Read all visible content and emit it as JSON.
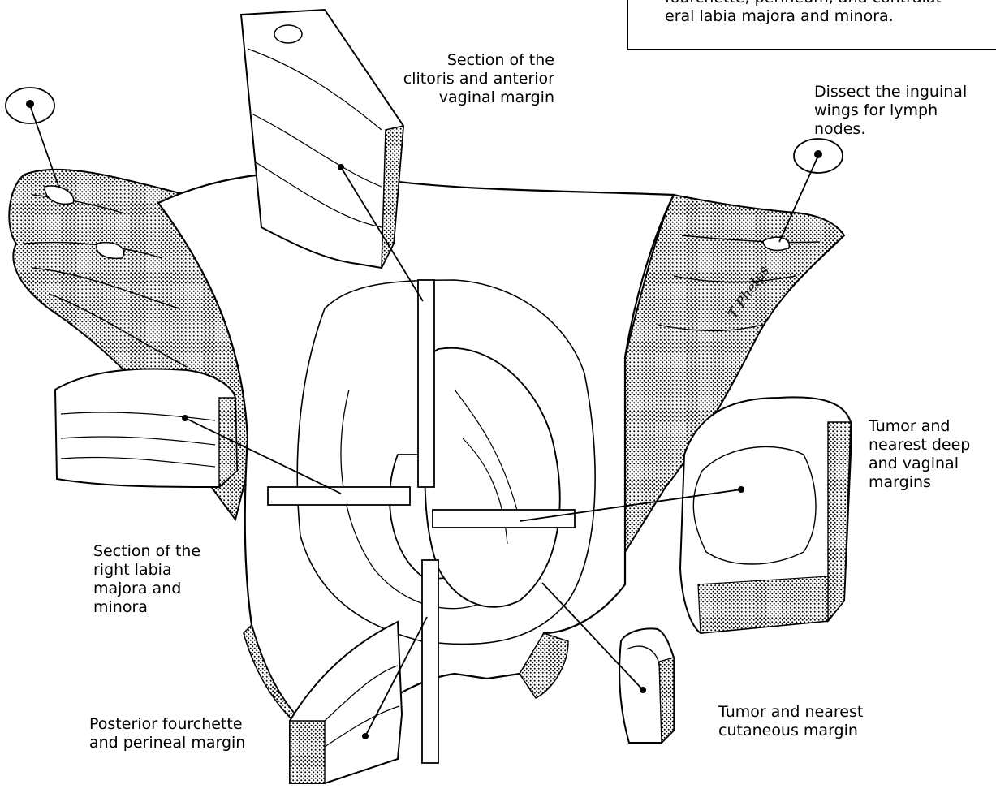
{
  "callout": {
    "text": "fourchette, perineum, and contralat-\neral labia majora and minora."
  },
  "labels": {
    "clitoris": "Section of the\nclitoris and anterior\nvaginal margin",
    "inguinal": "Dissect the inguinal\nwings for lymph nodes.",
    "tumor_deep": "Tumor and\nnearest deep\nand vaginal\nmargins",
    "right_labia": "Section of the\nright labia\nmajora and\nminora",
    "posterior": "Posterior fourchette\nand perineal margin",
    "tumor_cutaneous": "Tumor and nearest\ncutaneous margin"
  },
  "signature": "T Phelps",
  "colors": {
    "ink": "#000000",
    "paper": "#ffffff",
    "stipple": "#000000"
  }
}
